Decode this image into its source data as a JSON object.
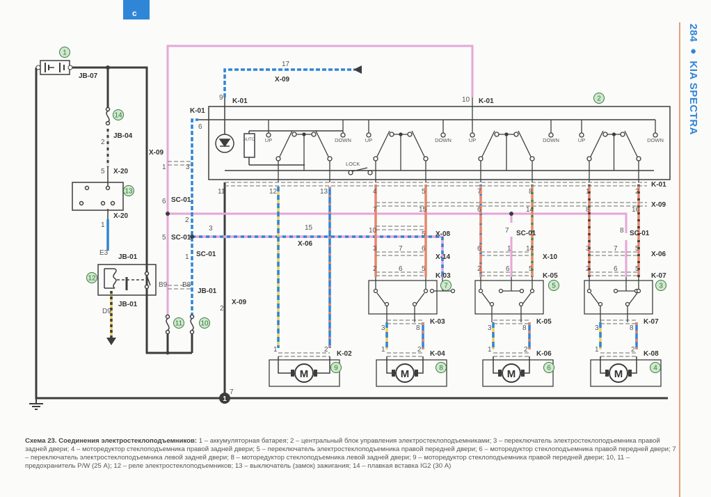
{
  "page": {
    "section_tab": "c",
    "side_header": "284 ● KIA SPECTRA",
    "page_number": "284",
    "brand": "KIA SPECTRA"
  },
  "caption": {
    "title": "Схема 23. Соединения электростеклоподъемников:",
    "text": "1 – аккумуляторная батарея; 2 – центральный блок управления электростеклоподъемниками; 3 – переключатель электростеклоподъемника правой задней двери; 4 – моторедуктор стеклоподъемника правой задней двери; 5 – переключатель электростеклоподъемника правой передней двери; 6 – моторедуктор стеклоподъемника правой передней двери; 7 – переключатель электростеклоподъемника левой задней двери; 8 – моторедуктор стеклоподъемника левой задней двери; 9 – моторедуктор стеклоподъемника правой передней двери; 10, 11 – предохранитель P/W (25 А); 12 – реле электростеклоподъемников; 13 – выключатель (замок) зажигания; 14 – плавкая вставка IG2 (30 А)"
  },
  "components": {
    "c1": "1",
    "c2": "2",
    "c3": "3",
    "c4": "4",
    "c5": "5",
    "c6": "6",
    "c7": "7",
    "c8": "8",
    "c9": "9",
    "c10": "10",
    "c11": "11",
    "c12": "12",
    "c13": "13",
    "c14": "14",
    "ground_node": "1"
  },
  "connectors": {
    "jb07": "JB-07",
    "jb04": "JB-04",
    "x20": "X-20",
    "jb01": "JB-01",
    "x09": "X-09",
    "k01": "K-01",
    "sc01": "SC-01",
    "x06": "X-06",
    "x08": "X-08",
    "x14": "X-14",
    "x10": "X-10",
    "k02": "K-02",
    "k03": "K-03",
    "k04": "K-04",
    "k05": "K-05",
    "k06": "K-06",
    "k07": "K-07",
    "k08": "K-08"
  },
  "block_labels": {
    "up": "UP",
    "down": "DOWN",
    "auto": "AUTO",
    "lock": "LOCK",
    "motor": "M"
  },
  "pins": {
    "p1": "1",
    "p2": "2",
    "p3": "3",
    "p4": "4",
    "p5": "5",
    "p6": "6",
    "p7": "7",
    "p8": "8",
    "p9": "9",
    "p10": "10",
    "p11": "11",
    "p12": "12",
    "p13": "13",
    "p14": "14",
    "p15": "15",
    "p16": "16",
    "p17": "17",
    "e3": "E3",
    "d9": "D9",
    "b8": "B8",
    "b9": "B9"
  },
  "colors": {
    "wire_black": "#3d3d3d",
    "wire_pink": "#e6a6d8",
    "wire_blue": "#2f86d6",
    "wire_orange": "#e8866a",
    "wire_yellow": "#e8d060",
    "wire_green": "#3a9a3a",
    "accent_blue": "#2f86d6",
    "badge_green": "#cfe8cf"
  }
}
